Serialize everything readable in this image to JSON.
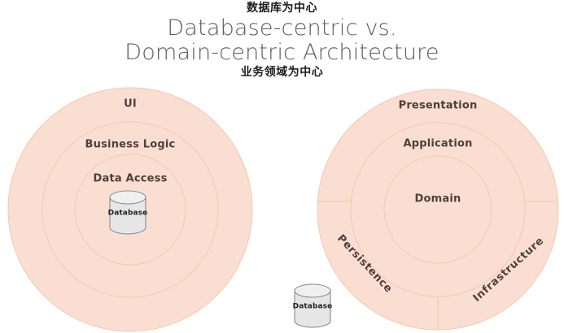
{
  "header": {
    "annotation_top": "数据库为中心",
    "title_line1": "Database-centric vs.",
    "title_line2": "Domain-centric Architecture",
    "annotation_bottom": "业务领域为中心"
  },
  "colors": {
    "ring_fill": "#fbded2",
    "ring_stroke": "#f3c9ac",
    "label_text": "#4d413c",
    "title_text": "#5c5c5c",
    "annotation_text": "#1d1d1d",
    "cylinder_fill": "#e6e6e6",
    "cylinder_top": "#efefef",
    "cylinder_stroke": "#888888",
    "background": "#ffffff"
  },
  "diagrams": [
    {
      "id": "database-centric",
      "name": "Database-centric Architecture",
      "rings": [
        {
          "label": "UI",
          "level": 1
        },
        {
          "label": "Business Logic",
          "level": 2
        },
        {
          "label": "Data Access",
          "level": 3
        }
      ],
      "cylinder": {
        "label": "Database"
      }
    },
    {
      "id": "domain-centric",
      "name": "Domain-centric Architecture",
      "rings": [
        {
          "label": "Presentation",
          "level": 1
        },
        {
          "label": "Application",
          "level": 2
        },
        {
          "label": "Domain",
          "level": 3
        }
      ],
      "segments": [
        {
          "label": "Persistence",
          "position": "bottom-left"
        },
        {
          "label": "Infrastructure",
          "position": "bottom-right"
        }
      ],
      "cylinder": {
        "label": "Database"
      }
    }
  ]
}
